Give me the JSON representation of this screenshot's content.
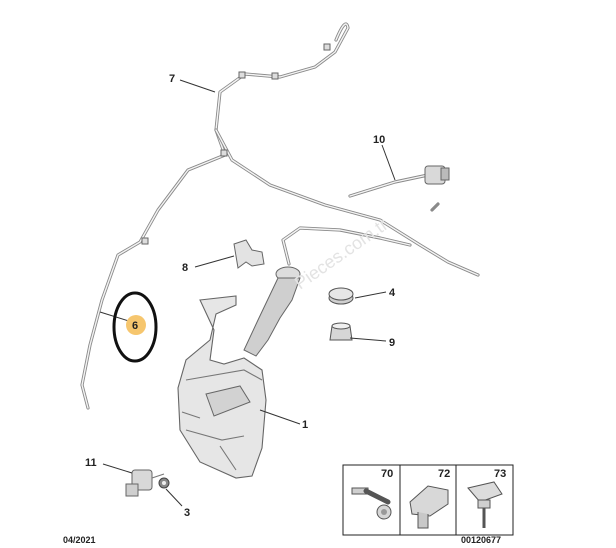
{
  "callouts": {
    "c1": "1",
    "c3": "3",
    "c4": "4",
    "c6": "6",
    "c7": "7",
    "c8": "8",
    "c9": "9",
    "c10": "10",
    "c11": "11"
  },
  "legend": {
    "c70": "70",
    "c72": "72",
    "c73": "73"
  },
  "footer": {
    "date": "04/2021",
    "ref": "00120677"
  },
  "watermark": "Pieces.com.tr",
  "colors": {
    "highlight": "#f6c66e",
    "ring": "#111111",
    "line": "#777777"
  }
}
